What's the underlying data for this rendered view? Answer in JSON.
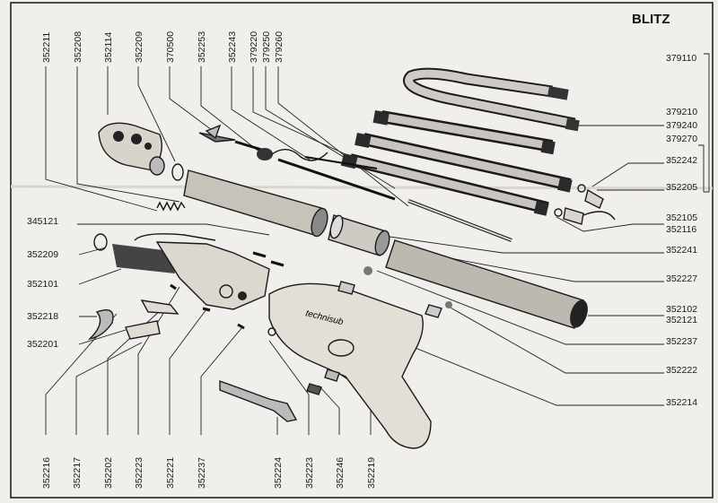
{
  "title": "BLITZ",
  "top_labels": [
    "352211",
    "352208",
    "352114",
    "352209",
    "370500",
    "352253",
    "352243",
    "379220",
    "379250",
    "379260"
  ],
  "right_labels": [
    "379110",
    "379210",
    "379240",
    "379270",
    "352242",
    "352205",
    "352105",
    "352116",
    "352241",
    "352227",
    "352102",
    "352121",
    "352237",
    "352222",
    "352214"
  ],
  "left_labels": [
    "345121",
    "352209",
    "352101",
    "352218",
    "352201"
  ],
  "bottom_labels": [
    "352216",
    "352217",
    "352202",
    "352223",
    "352221",
    "352237",
    "352224",
    "352223",
    "352246",
    "352219"
  ],
  "part_print": "technisub"
}
